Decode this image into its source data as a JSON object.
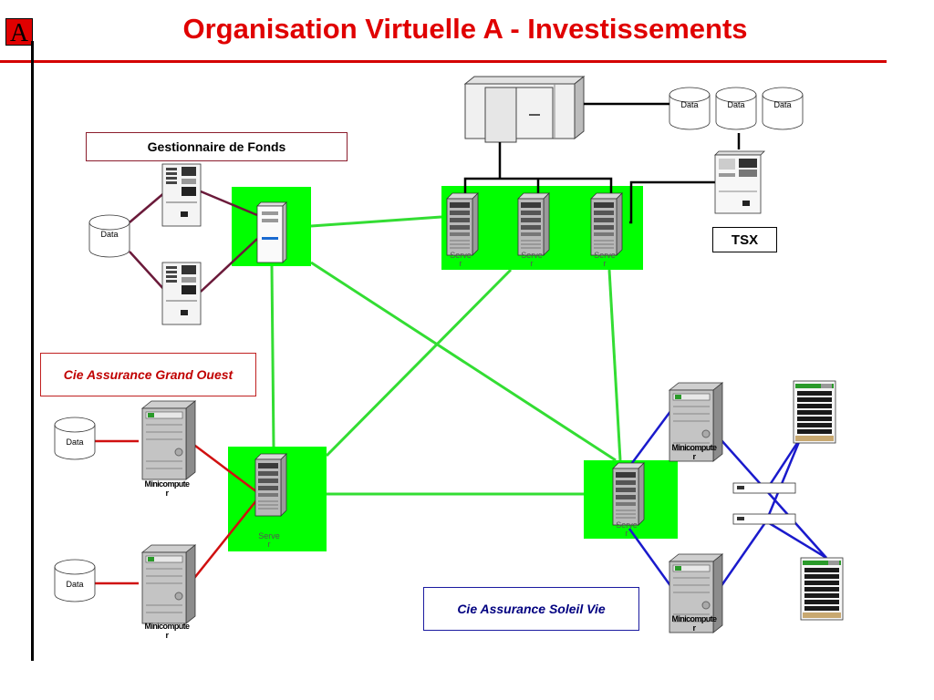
{
  "header": {
    "logo_letter": "A",
    "title": "Organisation Virtuelle A - Investissements"
  },
  "groups": {
    "gestionnaire": "Gestionnaire de Fonds",
    "grand_ouest": "Cie Assurance Grand Ouest",
    "soleil_vie": "Cie Assurance Soleil Vie",
    "tsx": "TSX"
  },
  "storage": {
    "data_label": "Data"
  },
  "devices": {
    "server_line1": "Serve",
    "server_line2": "r",
    "minicomputer_line1": "Minicompute",
    "minicomputer_line2": "r"
  },
  "colors": {
    "title_red": "#e00000",
    "green_zone": "#00ff00",
    "link_green": "#33dd33",
    "link_maroon": "#6b1a3a",
    "link_red": "#d01010",
    "link_blue": "#1a1acc",
    "link_black": "#000000"
  }
}
